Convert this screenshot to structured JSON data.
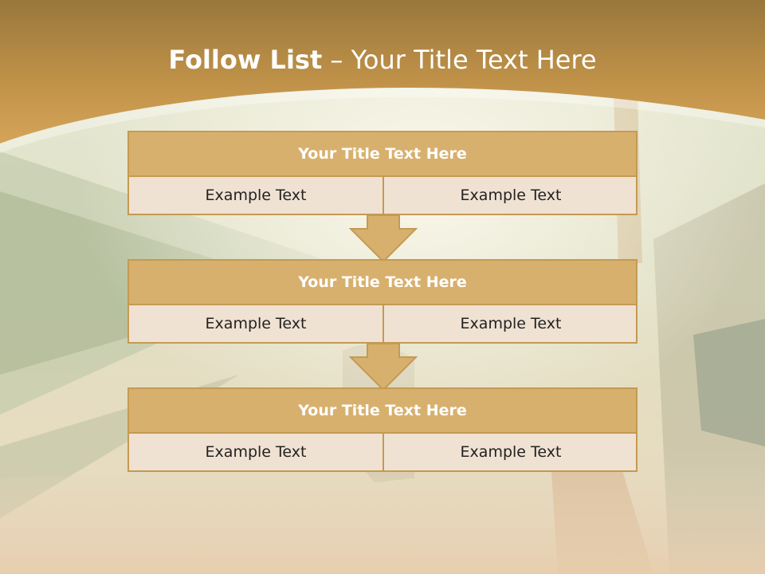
{
  "slide": {
    "title_bold": "Follow List",
    "title_separator": "–",
    "title_rest": "Your Title Text Here"
  },
  "steps": [
    {
      "title": "Your Title Text Here",
      "left": "Example Text",
      "right": "Example Text"
    },
    {
      "title": "Your Title Text Here",
      "left": "Example Text",
      "right": "Example Text"
    },
    {
      "title": "Your Title Text Here",
      "left": "Example Text",
      "right": "Example Text"
    }
  ],
  "colors": {
    "header_band": "#b4863f",
    "box_header": "#d8b06e",
    "box_body": "#f0e2d2",
    "border": "#c49a52"
  }
}
